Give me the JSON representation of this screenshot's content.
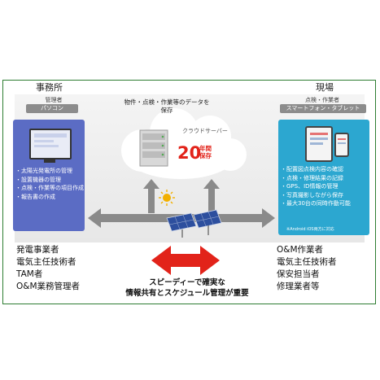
{
  "office": {
    "title": "事務所",
    "role_label": "管理者",
    "device": "パソコン",
    "items": [
      "太陽光発電所の管理",
      "設置機器の管理",
      "点検・作業等の項目作成",
      "報告書の作成"
    ]
  },
  "field": {
    "title": "現場",
    "role_label": "点検・作業者",
    "device": "スマートフォン・タブレット",
    "items": [
      "配置図点検内容の確認",
      "点検・修理結果の記録",
      "GPS、ID情報の管理",
      "写真撮影しながら保存",
      "最大30台の同時作動可能"
    ],
    "note": "※Android iOS両方に対応"
  },
  "cloud": {
    "top_label": "物件・点検・作業等のデータを保存",
    "label": "クラウドサーバー",
    "retention_number": "20",
    "retention_unit_1": "年間",
    "retention_unit_2": "保存"
  },
  "left_roles": [
    "発電事業者",
    "電気主任技術者",
    "TAM者",
    "O&M業務管理者"
  ],
  "right_roles": [
    "O&M作業者",
    "電気主任技術者",
    "保安担当者",
    "修理業者等"
  ],
  "caption": {
    "line1": "スピーディーで確実な",
    "line2": "情報共有とスケジュール管理が重要"
  },
  "colors": {
    "frame": "#2e7d32",
    "office_panel": "#5b6cc4",
    "field_panel": "#2ca7d0",
    "retention": "#e2231a",
    "arrow_red": "#e2231a",
    "arrow_gray": "#8a8a8a"
  },
  "icons": [
    "desktop-monitor-icon",
    "tablet-icon",
    "smartphone-icon",
    "server-rack-icon",
    "sun-icon",
    "solar-panel-icon"
  ]
}
